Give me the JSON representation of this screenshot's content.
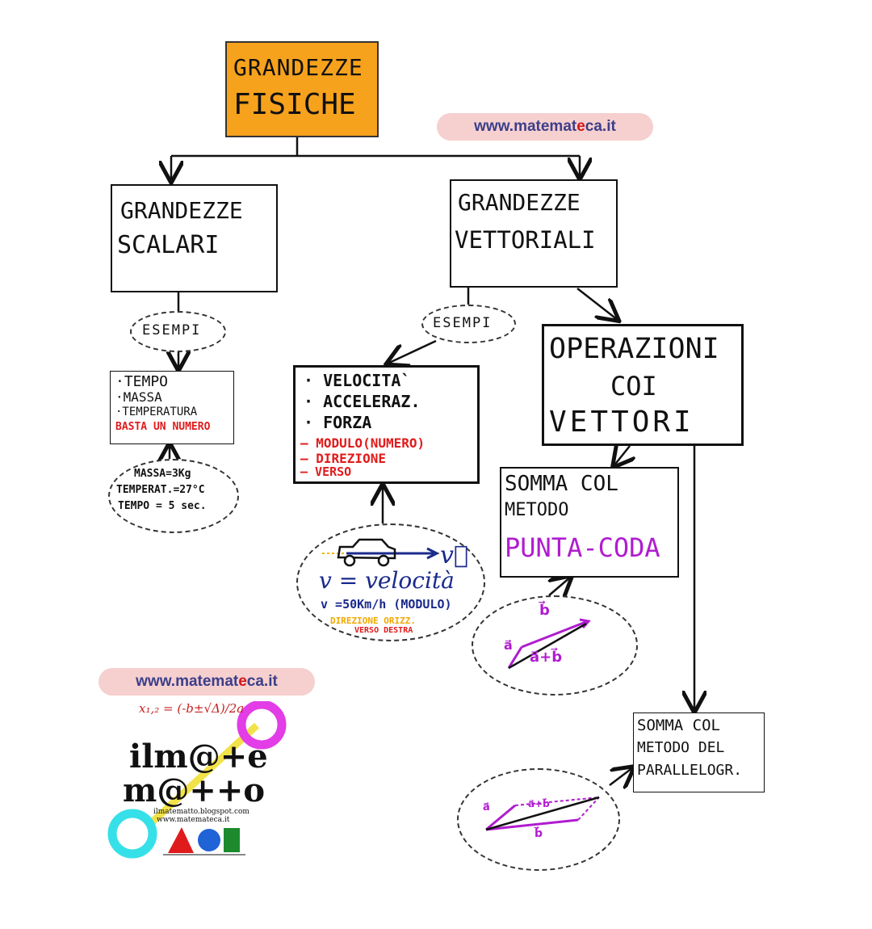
{
  "root": {
    "line1": "GRANDEZZE",
    "line2": "FISICHE"
  },
  "watermark": {
    "pre": "www.matemat",
    "accent": "e",
    "post": "ca.it"
  },
  "scalar": {
    "title1": "GRANDEZZE",
    "title2": "SCALARI",
    "bubble": "ESEMPI",
    "items": [
      "·TEMPO",
      "·MASSA",
      "·TEMPERATURA"
    ],
    "note": "BASTA UN NUMERO",
    "examples": [
      "MASSA=3Kg",
      "TEMPERAT.=27°C",
      "TEMPO = 5 sec."
    ]
  },
  "vector": {
    "title1": "GRANDEZZE",
    "title2": "VETTORIALI",
    "bubble": "ESEMPI",
    "items": [
      "· VELOCITA`",
      "· ACCELERAZ.",
      "· FORZA"
    ],
    "props": [
      "– MODULO(NUMERO)",
      "– DIREZIONE",
      "– VERSO"
    ],
    "example": {
      "vsym": "v⃗",
      "line1": "v = velocità",
      "line2": "v =50Km/h (MODULO)",
      "line3": "DIREZIONE ORIZZ.",
      "line4": "VERSO DESTRA"
    }
  },
  "operations": {
    "title1": "OPERAZIONI",
    "title2": "COI",
    "title3": "VETTORI",
    "sum1": {
      "line1": "SOMMA COL",
      "line2": "METODO",
      "m1": "PUNTA",
      "sep": "-",
      "m2": "CODA"
    },
    "sum2": {
      "line1": "SOMMA COL",
      "line2": "METODO DEL",
      "line3": "PARALLELOGR."
    },
    "vec": {
      "a": "a⃗",
      "b": "b⃗",
      "ab": "a⃗+b⃗"
    }
  },
  "logo": {
    "formula": "x₁,₂ = (-b±√Δ)/2a",
    "line1": "ilm@+e",
    "line2": "m@++o",
    "blog": "ilmatematto.blogspot.com",
    "site": "www.matemateca.it"
  },
  "colors": {
    "root": "#f7a21c",
    "red": "#e01b1b",
    "purple": "#b01ccf",
    "blue": "#1a2a8c",
    "pink": "#f6cfcf"
  }
}
